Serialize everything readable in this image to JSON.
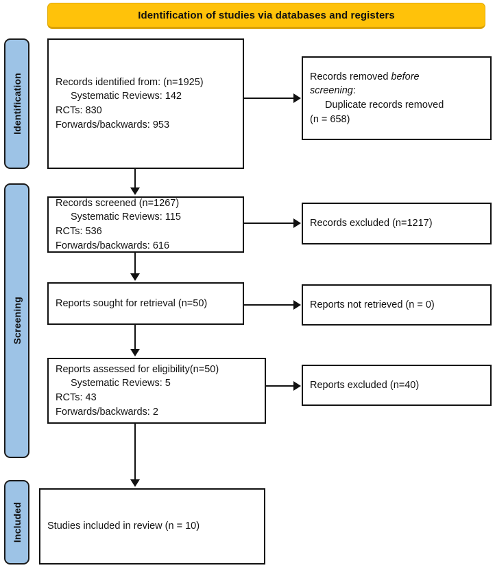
{
  "banner": {
    "title": "Identification of studies via databases and registers"
  },
  "colors": {
    "banner_fill": "#FFC20A",
    "rail_fill": "#9DC3E6",
    "box_border": "#111111",
    "box_fill": "#FFFFFF",
    "text": "#111111"
  },
  "rails": [
    {
      "id": "identification",
      "label": "Identification"
    },
    {
      "id": "screening",
      "label": "Screening"
    },
    {
      "id": "included",
      "label": "Included"
    }
  ],
  "boxes": {
    "identified": {
      "line1": "Records identified from: (n=1925)",
      "line2": "Systematic Reviews: 142",
      "line3": "RCTs: 830",
      "line4": "Forwards/backwards: 953"
    },
    "removed": {
      "line1_pre": "Records removed ",
      "line1_italic": "before",
      "line2_italic": "screening",
      "line2_post": ":",
      "line3": "Duplicate records removed",
      "line4": "(n = 658)"
    },
    "screened": {
      "line1": "Records screened (n=1267)",
      "line2": "Systematic Reviews: 115",
      "line3": "RCTs: 536",
      "line4": "Forwards/backwards: 616"
    },
    "records_excluded": {
      "line1": "Records excluded (n=1217)"
    },
    "sought": {
      "line1": "Reports sought for retrieval (n=50)"
    },
    "not_retrieved": {
      "line1": "Reports not retrieved (n = 0)"
    },
    "assessed": {
      "line1": "Reports assessed for eligibility(n=50)",
      "line2": "Systematic Reviews: 5",
      "line3": "RCTs: 43",
      "line4": "Forwards/backwards: 2"
    },
    "reports_excluded": {
      "line1": "Reports excluded (n=40)"
    },
    "included": {
      "line1": "Studies included in review (n = 10)"
    }
  },
  "chart_data": {
    "type": "diagram",
    "title": "PRISMA flow diagram",
    "stages": [
      {
        "stage": "Identification",
        "nodes": [
          {
            "name": "Records identified from databases and registers",
            "total": 1925,
            "breakdown": {
              "Systematic Reviews": 142,
              "RCTs": 830,
              "Forwards/backwards": 953
            }
          },
          {
            "name": "Records removed before screening: Duplicate records removed",
            "total": 658
          }
        ]
      },
      {
        "stage": "Screening",
        "nodes": [
          {
            "name": "Records screened",
            "total": 1267,
            "breakdown": {
              "Systematic Reviews": 115,
              "RCTs": 536,
              "Forwards/backwards": 616
            }
          },
          {
            "name": "Records excluded",
            "total": 1217
          },
          {
            "name": "Reports sought for retrieval",
            "total": 50
          },
          {
            "name": "Reports not retrieved",
            "total": 0
          },
          {
            "name": "Reports assessed for eligibility",
            "total": 50,
            "breakdown": {
              "Systematic Reviews": 5,
              "RCTs": 43,
              "Forwards/backwards": 2
            }
          },
          {
            "name": "Reports excluded",
            "total": 40
          }
        ]
      },
      {
        "stage": "Included",
        "nodes": [
          {
            "name": "Studies included in review",
            "total": 10
          }
        ]
      }
    ]
  }
}
